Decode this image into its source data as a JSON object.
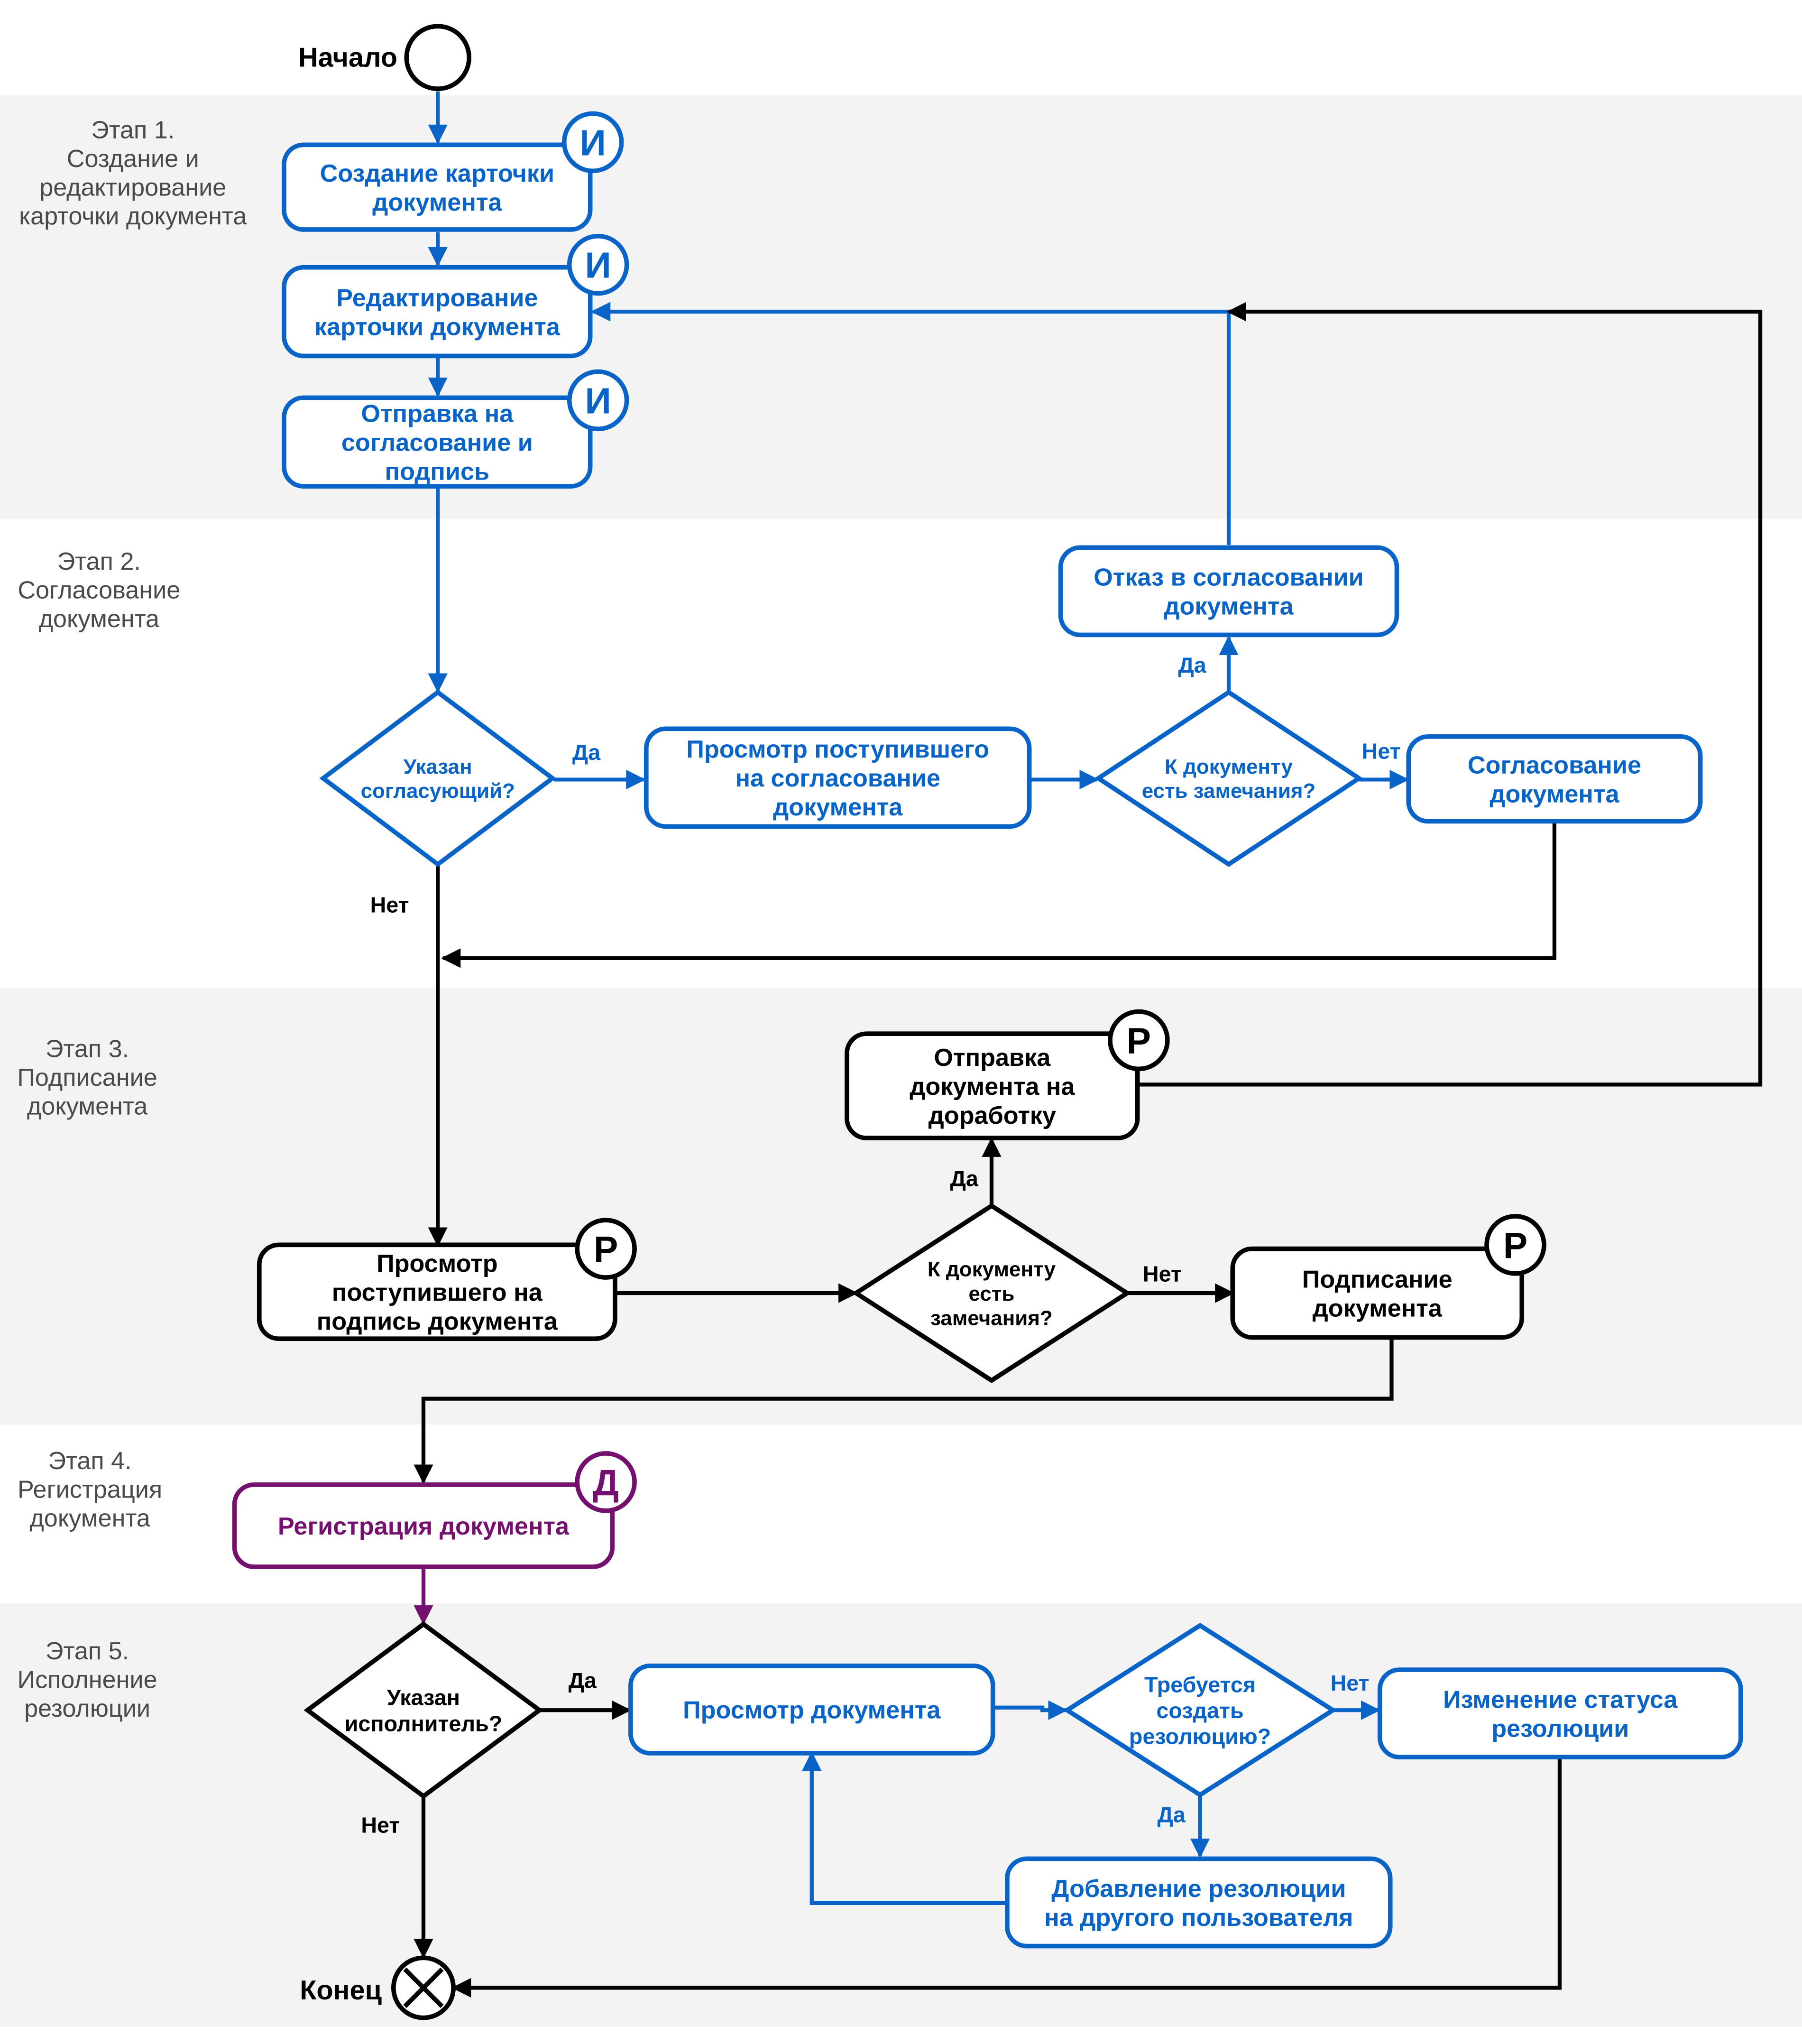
{
  "colors": {
    "blue": "#0a64c8",
    "black": "#000000",
    "purple": "#74106e",
    "band": "#f3f3f3",
    "stage_text": "#4a4a4a"
  },
  "stages": [
    {
      "id": "stage-1",
      "lines": [
        "Этап 1.",
        "Создание и",
        "редактирование",
        "карточки документа"
      ]
    },
    {
      "id": "stage-2",
      "lines": [
        "Этап 2.",
        "Согласование",
        "документа"
      ]
    },
    {
      "id": "stage-3",
      "lines": [
        "Этап 3.",
        "Подписание",
        "документа"
      ]
    },
    {
      "id": "stage-4",
      "lines": [
        "Этап 4.",
        "Регистрация",
        "документа"
      ]
    },
    {
      "id": "stage-5",
      "lines": [
        "Этап 5.",
        "Исполнение",
        "резолюции"
      ]
    }
  ],
  "nodes": [
    {
      "id": "start",
      "kind": "start",
      "label": "Начало"
    },
    {
      "id": "create-card",
      "kind": "task",
      "color": "blue",
      "lines": [
        "Создание карточки",
        "документа"
      ],
      "badge": "И"
    },
    {
      "id": "edit-card",
      "kind": "task",
      "color": "blue",
      "lines": [
        "Редактирование",
        "карточки документа"
      ],
      "badge": "И"
    },
    {
      "id": "send-approval",
      "kind": "task",
      "color": "blue",
      "lines": [
        "Отправка на",
        "согласование и",
        "подпись"
      ],
      "badge": "И"
    },
    {
      "id": "approver-specified",
      "kind": "decision",
      "color": "blue",
      "lines": [
        "Указан",
        "согласующий?"
      ]
    },
    {
      "id": "review-approval",
      "kind": "task",
      "color": "blue",
      "lines": [
        "Просмотр поступившего",
        "на согласование",
        "документа"
      ]
    },
    {
      "id": "remarks-approval",
      "kind": "decision",
      "color": "blue",
      "lines": [
        "К документу",
        "есть замечания?"
      ]
    },
    {
      "id": "approval-refusal",
      "kind": "task",
      "color": "blue",
      "lines": [
        "Отказ в согласовании",
        "документа"
      ]
    },
    {
      "id": "approve-doc",
      "kind": "task",
      "color": "blue",
      "lines": [
        "Согласование",
        "документа"
      ]
    },
    {
      "id": "send-rework",
      "kind": "task",
      "color": "black",
      "lines": [
        "Отправка",
        "документа на",
        "доработку"
      ],
      "badge": "Р"
    },
    {
      "id": "review-sign",
      "kind": "task",
      "color": "black",
      "lines": [
        "Просмотр",
        "поступившего на",
        "подпись документа"
      ],
      "badge": "Р"
    },
    {
      "id": "remarks-sign",
      "kind": "decision",
      "color": "black",
      "lines": [
        "К документу",
        "есть",
        "замечания?"
      ]
    },
    {
      "id": "sign-doc",
      "kind": "task",
      "color": "black",
      "lines": [
        "Подписание",
        "документа"
      ],
      "badge": "Р"
    },
    {
      "id": "register-doc",
      "kind": "task",
      "color": "purple",
      "lines": [
        "Регистрация документа"
      ],
      "badge": "Д"
    },
    {
      "id": "executor-specified",
      "kind": "decision",
      "color": "black",
      "lines": [
        "Указан",
        "исполнитель?"
      ]
    },
    {
      "id": "view-doc",
      "kind": "task",
      "color": "blue",
      "lines": [
        "Просмотр документа"
      ]
    },
    {
      "id": "resolution-needed",
      "kind": "decision",
      "color": "blue",
      "lines": [
        "Требуется",
        "создать",
        "резолюцию?"
      ]
    },
    {
      "id": "change-status",
      "kind": "task",
      "color": "blue",
      "lines": [
        "Изменение статуса",
        "резолюции"
      ]
    },
    {
      "id": "add-resolution",
      "kind": "task",
      "color": "blue",
      "lines": [
        "Добавление резолюции",
        "на другого пользователя"
      ]
    },
    {
      "id": "end",
      "kind": "end",
      "label": "Конец"
    }
  ],
  "edges": [
    {
      "from": "start",
      "to": "create-card",
      "color": "blue",
      "label": ""
    },
    {
      "from": "create-card",
      "to": "edit-card",
      "color": "blue",
      "label": ""
    },
    {
      "from": "edit-card",
      "to": "send-approval",
      "color": "blue",
      "label": ""
    },
    {
      "from": "send-approval",
      "to": "approver-specified",
      "color": "blue",
      "label": ""
    },
    {
      "from": "approver-specified",
      "to": "review-approval",
      "color": "blue",
      "label": "Да"
    },
    {
      "from": "approver-specified",
      "to": "review-sign",
      "color": "black",
      "label": "Нет"
    },
    {
      "from": "review-approval",
      "to": "remarks-approval",
      "color": "blue",
      "label": ""
    },
    {
      "from": "remarks-approval",
      "to": "approval-refusal",
      "color": "blue",
      "label": "Да"
    },
    {
      "from": "remarks-approval",
      "to": "approve-doc",
      "color": "blue",
      "label": "Нет"
    },
    {
      "from": "approval-refusal",
      "to": "edit-card",
      "color": "blue",
      "label": ""
    },
    {
      "from": "approve-doc",
      "to": "review-sign",
      "color": "black",
      "label": ""
    },
    {
      "from": "review-sign",
      "to": "remarks-sign",
      "color": "black",
      "label": ""
    },
    {
      "from": "remarks-sign",
      "to": "send-rework",
      "color": "black",
      "label": "Да"
    },
    {
      "from": "remarks-sign",
      "to": "sign-doc",
      "color": "black",
      "label": "Нет"
    },
    {
      "from": "send-rework",
      "to": "edit-card",
      "color": "black",
      "label": ""
    },
    {
      "from": "sign-doc",
      "to": "register-doc",
      "color": "black",
      "label": ""
    },
    {
      "from": "register-doc",
      "to": "executor-specified",
      "color": "purple",
      "label": ""
    },
    {
      "from": "executor-specified",
      "to": "view-doc",
      "color": "black",
      "label": "Да"
    },
    {
      "from": "executor-specified",
      "to": "end",
      "color": "black",
      "label": "Нет"
    },
    {
      "from": "view-doc",
      "to": "resolution-needed",
      "color": "blue",
      "label": ""
    },
    {
      "from": "resolution-needed",
      "to": "change-status",
      "color": "blue",
      "label": "Нет"
    },
    {
      "from": "resolution-needed",
      "to": "add-resolution",
      "color": "blue",
      "label": "Да"
    },
    {
      "from": "add-resolution",
      "to": "view-doc",
      "color": "blue",
      "label": ""
    },
    {
      "from": "change-status",
      "to": "end",
      "color": "black",
      "label": ""
    }
  ]
}
